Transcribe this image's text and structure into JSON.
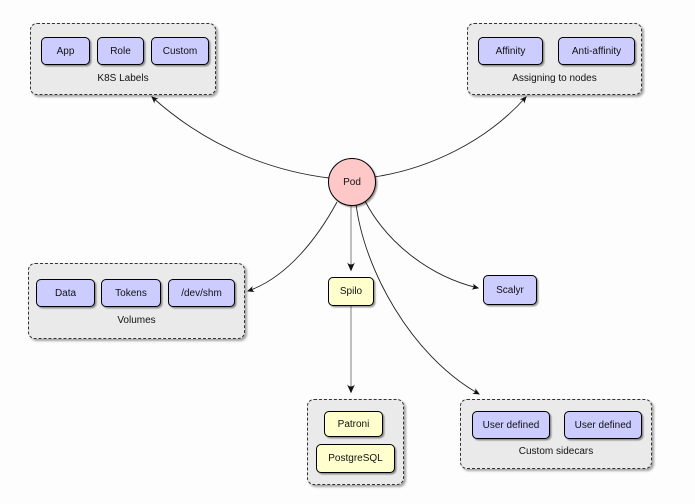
{
  "diagram": {
    "center": {
      "label": "Pod"
    },
    "nodes": {
      "spilo": {
        "label": "Spilo"
      },
      "scalyr": {
        "label": "Scalyr"
      }
    },
    "groups": {
      "k8s_labels": {
        "label": "K8S Labels",
        "items": [
          "App",
          "Role",
          "Custom"
        ]
      },
      "assigning": {
        "label": "Assigning to nodes",
        "items": [
          "Affinity",
          "Anti-affinity"
        ]
      },
      "volumes": {
        "label": "Volumes",
        "items": [
          "Data",
          "Tokens",
          "/dev/shm"
        ]
      },
      "spilo_group": {
        "items": [
          "Patroni",
          "PostgreSQL"
        ]
      },
      "sidecars": {
        "label": "Custom sidecars",
        "items": [
          "User defined",
          "User defined"
        ]
      }
    },
    "edges": [
      {
        "from": "Pod",
        "to": "K8S Labels"
      },
      {
        "from": "Pod",
        "to": "Assigning to nodes"
      },
      {
        "from": "Pod",
        "to": "Volumes"
      },
      {
        "from": "Pod",
        "to": "Spilo"
      },
      {
        "from": "Pod",
        "to": "Scalyr"
      },
      {
        "from": "Pod",
        "to": "Custom sidecars"
      },
      {
        "from": "Spilo",
        "to": "Patroni / PostgreSQL"
      }
    ],
    "colors": {
      "node_purple": "#ccccff",
      "node_yellow": "#ffffce",
      "pod_pink": "#ffc8c8",
      "group_bg": "#eaeaea"
    }
  }
}
